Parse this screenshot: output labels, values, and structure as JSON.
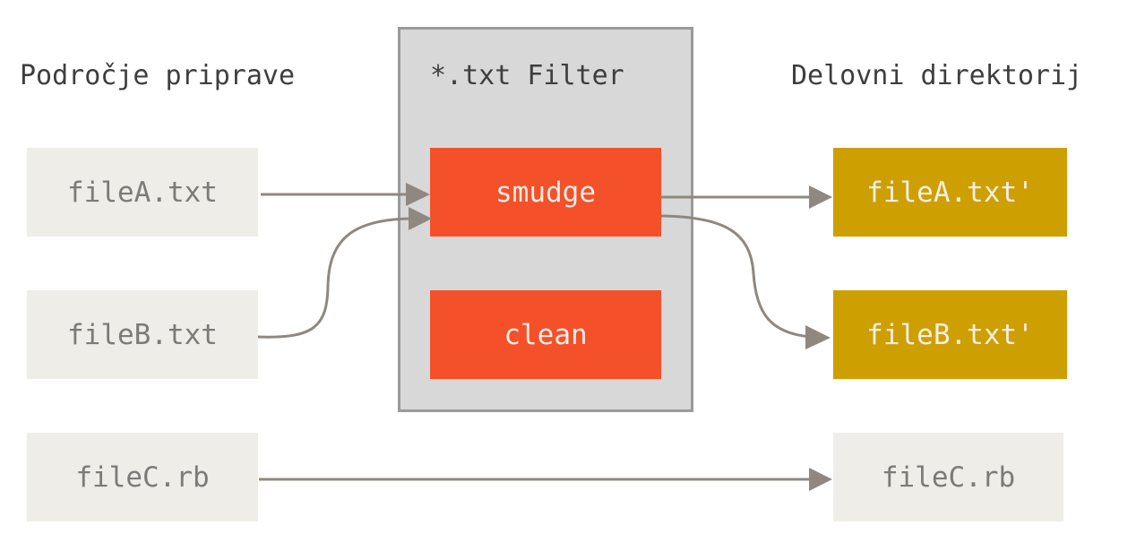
{
  "headings": {
    "staging_area": "Področje priprave",
    "filter": "*.txt Filter",
    "working_directory": "Delovni direktorij"
  },
  "staging_files": [
    "fileA.txt",
    "fileB.txt",
    "fileC.rb"
  ],
  "filter_ops": {
    "smudge": "smudge",
    "clean": "clean"
  },
  "working_files": [
    "fileA.txt'",
    "fileB.txt'",
    "fileC.rb"
  ],
  "colors": {
    "staging_box": "#eeede7",
    "filter_op": "#f45029",
    "working_filtered": "#cd9f00",
    "arrow": "#8f8880",
    "filter_frame": "#d8d8d8"
  },
  "flows": [
    {
      "from": "fileA.txt",
      "to": "smudge"
    },
    {
      "from": "fileB.txt",
      "to": "smudge"
    },
    {
      "from": "smudge",
      "to": "fileA.txt'"
    },
    {
      "from": "smudge",
      "to": "fileB.txt'"
    },
    {
      "from": "fileC.rb",
      "to": "fileC.rb"
    }
  ]
}
